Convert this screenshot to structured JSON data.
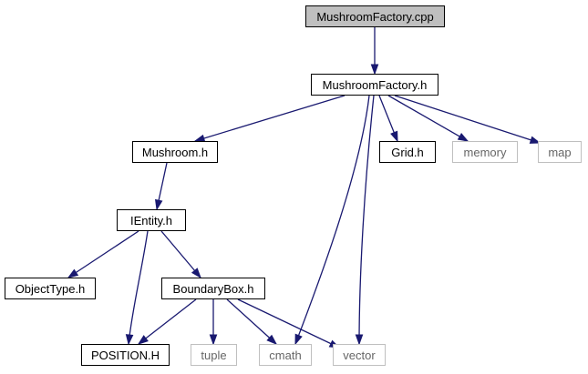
{
  "nodes": {
    "mushroomfactory_cpp": {
      "label": "MushroomFactory.cpp",
      "kind": "root"
    },
    "mushroomfactory_h": {
      "label": "MushroomFactory.h",
      "kind": "file"
    },
    "mushroom_h": {
      "label": "Mushroom.h",
      "kind": "file"
    },
    "grid_h": {
      "label": "Grid.h",
      "kind": "file"
    },
    "memory": {
      "label": "memory",
      "kind": "external"
    },
    "map": {
      "label": "map",
      "kind": "external"
    },
    "ientity_h": {
      "label": "IEntity.h",
      "kind": "file"
    },
    "objecttype_h": {
      "label": "ObjectType.h",
      "kind": "file"
    },
    "boundarybox_h": {
      "label": "BoundaryBox.h",
      "kind": "file"
    },
    "position_h": {
      "label": "POSITION.H",
      "kind": "file"
    },
    "tuple": {
      "label": "tuple",
      "kind": "external"
    },
    "cmath": {
      "label": "cmath",
      "kind": "external"
    },
    "vector": {
      "label": "vector",
      "kind": "external"
    }
  },
  "edges": [
    [
      "mushroomfactory_cpp",
      "mushroomfactory_h"
    ],
    [
      "mushroomfactory_h",
      "mushroom_h"
    ],
    [
      "mushroomfactory_h",
      "grid_h"
    ],
    [
      "mushroomfactory_h",
      "memory"
    ],
    [
      "mushroomfactory_h",
      "map"
    ],
    [
      "mushroomfactory_h",
      "cmath"
    ],
    [
      "mushroomfactory_h",
      "vector"
    ],
    [
      "mushroom_h",
      "ientity_h"
    ],
    [
      "ientity_h",
      "objecttype_h"
    ],
    [
      "ientity_h",
      "boundarybox_h"
    ],
    [
      "ientity_h",
      "position_h"
    ],
    [
      "boundarybox_h",
      "position_h"
    ],
    [
      "boundarybox_h",
      "tuple"
    ],
    [
      "boundarybox_h",
      "cmath"
    ],
    [
      "boundarybox_h",
      "vector"
    ]
  ],
  "colors": {
    "edge": "#191970",
    "root_fill": "#bfbfbf",
    "node_border": "#000000",
    "external_border": "#bfbfbf",
    "external_text": "#666666"
  }
}
